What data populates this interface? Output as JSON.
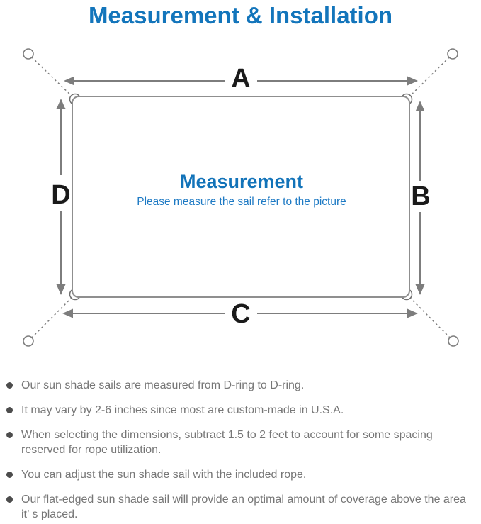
{
  "title": "Measurement & Installation",
  "colors": {
    "title_blue": "#1375bb",
    "center_heading_blue": "#1273b9",
    "center_sub_blue": "#1e7ac4",
    "label_black": "#1a1a1a",
    "line_gray": "#7d7d7d",
    "outline_gray": "#8f8f8f",
    "ring_gray": "#6f6f6f",
    "note_text_gray": "#767676",
    "bullet_dot_gray": "#4d4d4d"
  },
  "diagram": {
    "center_heading": "Measurement",
    "center_subtitle": "Please measure the sail refer to the picture",
    "dimension_labels": {
      "top": "A",
      "right": "B",
      "bottom": "C",
      "left": "D"
    }
  },
  "notes": [
    {
      "text": "Our sun shade sails are measured from D-ring to D-ring."
    },
    {
      "text": "It may vary by 2-6 inches since most are custom-made in U.S.A."
    },
    {
      "text": "When selecting the dimensions, subtract 1.5 to 2 feet to account for some spacing reserved for rope utilization."
    },
    {
      "text": "You can adjust the sun shade sail with the included rope."
    },
    {
      "text": "Our flat-edged sun shade sail will provide an optimal amount of coverage above the area it’ s placed."
    }
  ]
}
